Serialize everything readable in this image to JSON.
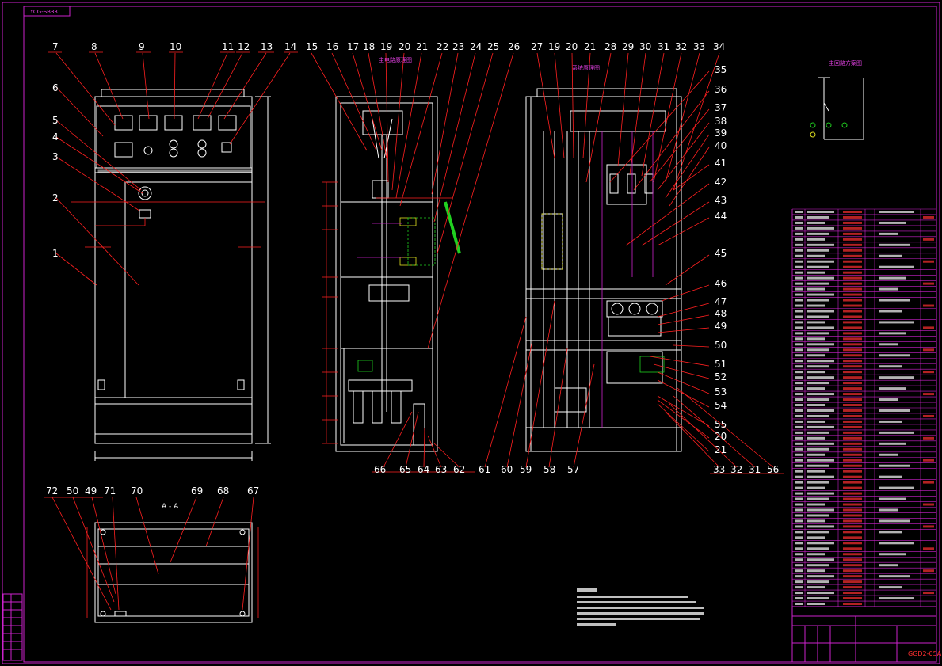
{
  "drawing_code_top_left": "YCG-SB33",
  "drawing_number": "GGD2-05A",
  "section_label": "A - A",
  "schematic_labels": [
    "主电路原理图",
    "系统原理图",
    "主回路方案图"
  ],
  "callouts_front": [
    "7",
    "8",
    "9",
    "10",
    "11",
    "12",
    "13",
    "14",
    "6",
    "5",
    "4",
    "3",
    "2",
    "1"
  ],
  "callouts_side_top": [
    "15",
    "16",
    "17",
    "18",
    "19",
    "20",
    "21",
    "22",
    "23",
    "24",
    "25",
    "26"
  ],
  "callouts_side_bottom": [
    "66",
    "65",
    "64",
    "63",
    "62"
  ],
  "callouts_back_top": [
    "27",
    "19",
    "20",
    "21",
    "28",
    "29",
    "30",
    "31",
    "32",
    "33",
    "34"
  ],
  "callouts_back_right": [
    "35",
    "36",
    "37",
    "38",
    "39",
    "40",
    "41",
    "42",
    "43",
    "44",
    "45",
    "46",
    "47",
    "48",
    "49",
    "50",
    "51",
    "52",
    "53",
    "54",
    "55",
    "20",
    "21"
  ],
  "callouts_back_bottom": [
    "61",
    "60",
    "59",
    "58",
    "57",
    "33",
    "32",
    "31",
    "56"
  ],
  "callouts_section": [
    "72",
    "50",
    "49",
    "71",
    "70",
    "69",
    "68",
    "67"
  ],
  "colors": {
    "background": "#000000",
    "frame": "#cc22cc",
    "leader": "#ff2020",
    "object": "#ffffff",
    "accent_green": "#20d020",
    "accent_yellow": "#e0e020"
  }
}
